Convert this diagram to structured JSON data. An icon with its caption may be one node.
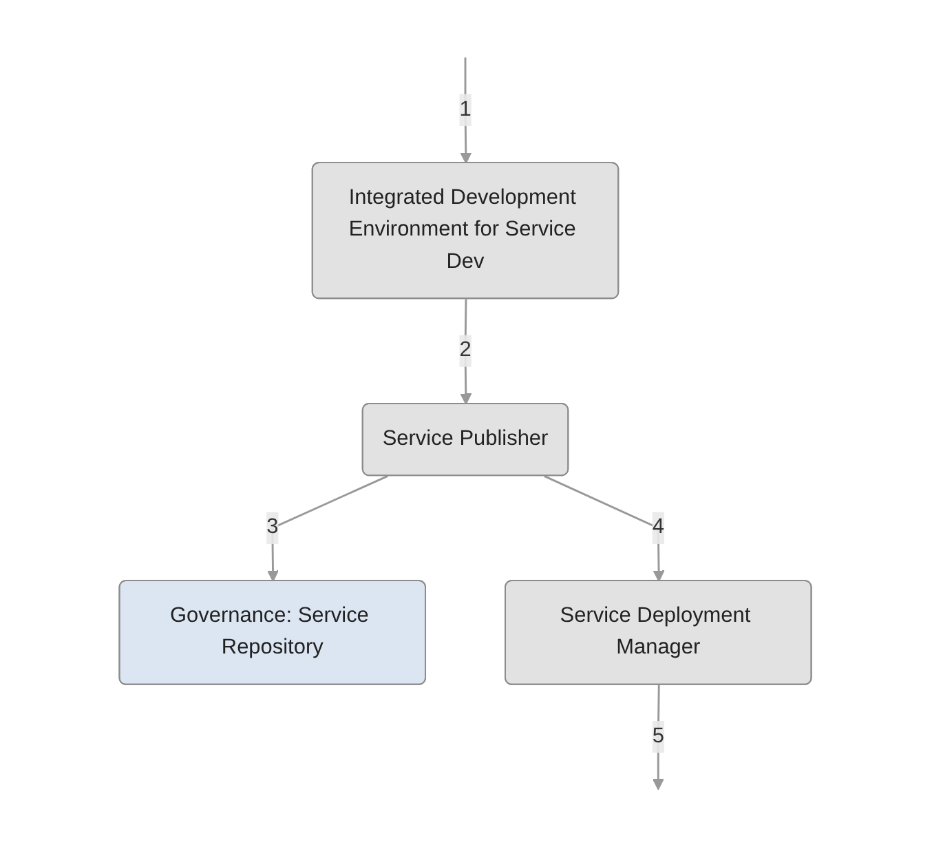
{
  "diagram": {
    "nodes": [
      {
        "text": [
          "Integrated Development Environment for Service Dev"
        ]
      },
      {
        "text": [
          "Service Publisher"
        ]
      },
      {
        "text": [
          "Governance: Service Repository"
        ]
      },
      {
        "text": [
          "Service Deployment Manager"
        ]
      }
    ],
    "edges": [
      {
        "from": null,
        "to": 0,
        "arrow": "to",
        "label": "1"
      },
      {
        "from": 0,
        "to": 1,
        "arrow": "to",
        "label": "2"
      },
      {
        "from": 1,
        "to": 2,
        "arrow": "to",
        "label": "3"
      },
      {
        "from": 1,
        "to": 3,
        "arrow": "to",
        "label": "4"
      },
      {
        "from": 3,
        "to": null,
        "arrow": "to",
        "label": "5"
      }
    ]
  }
}
